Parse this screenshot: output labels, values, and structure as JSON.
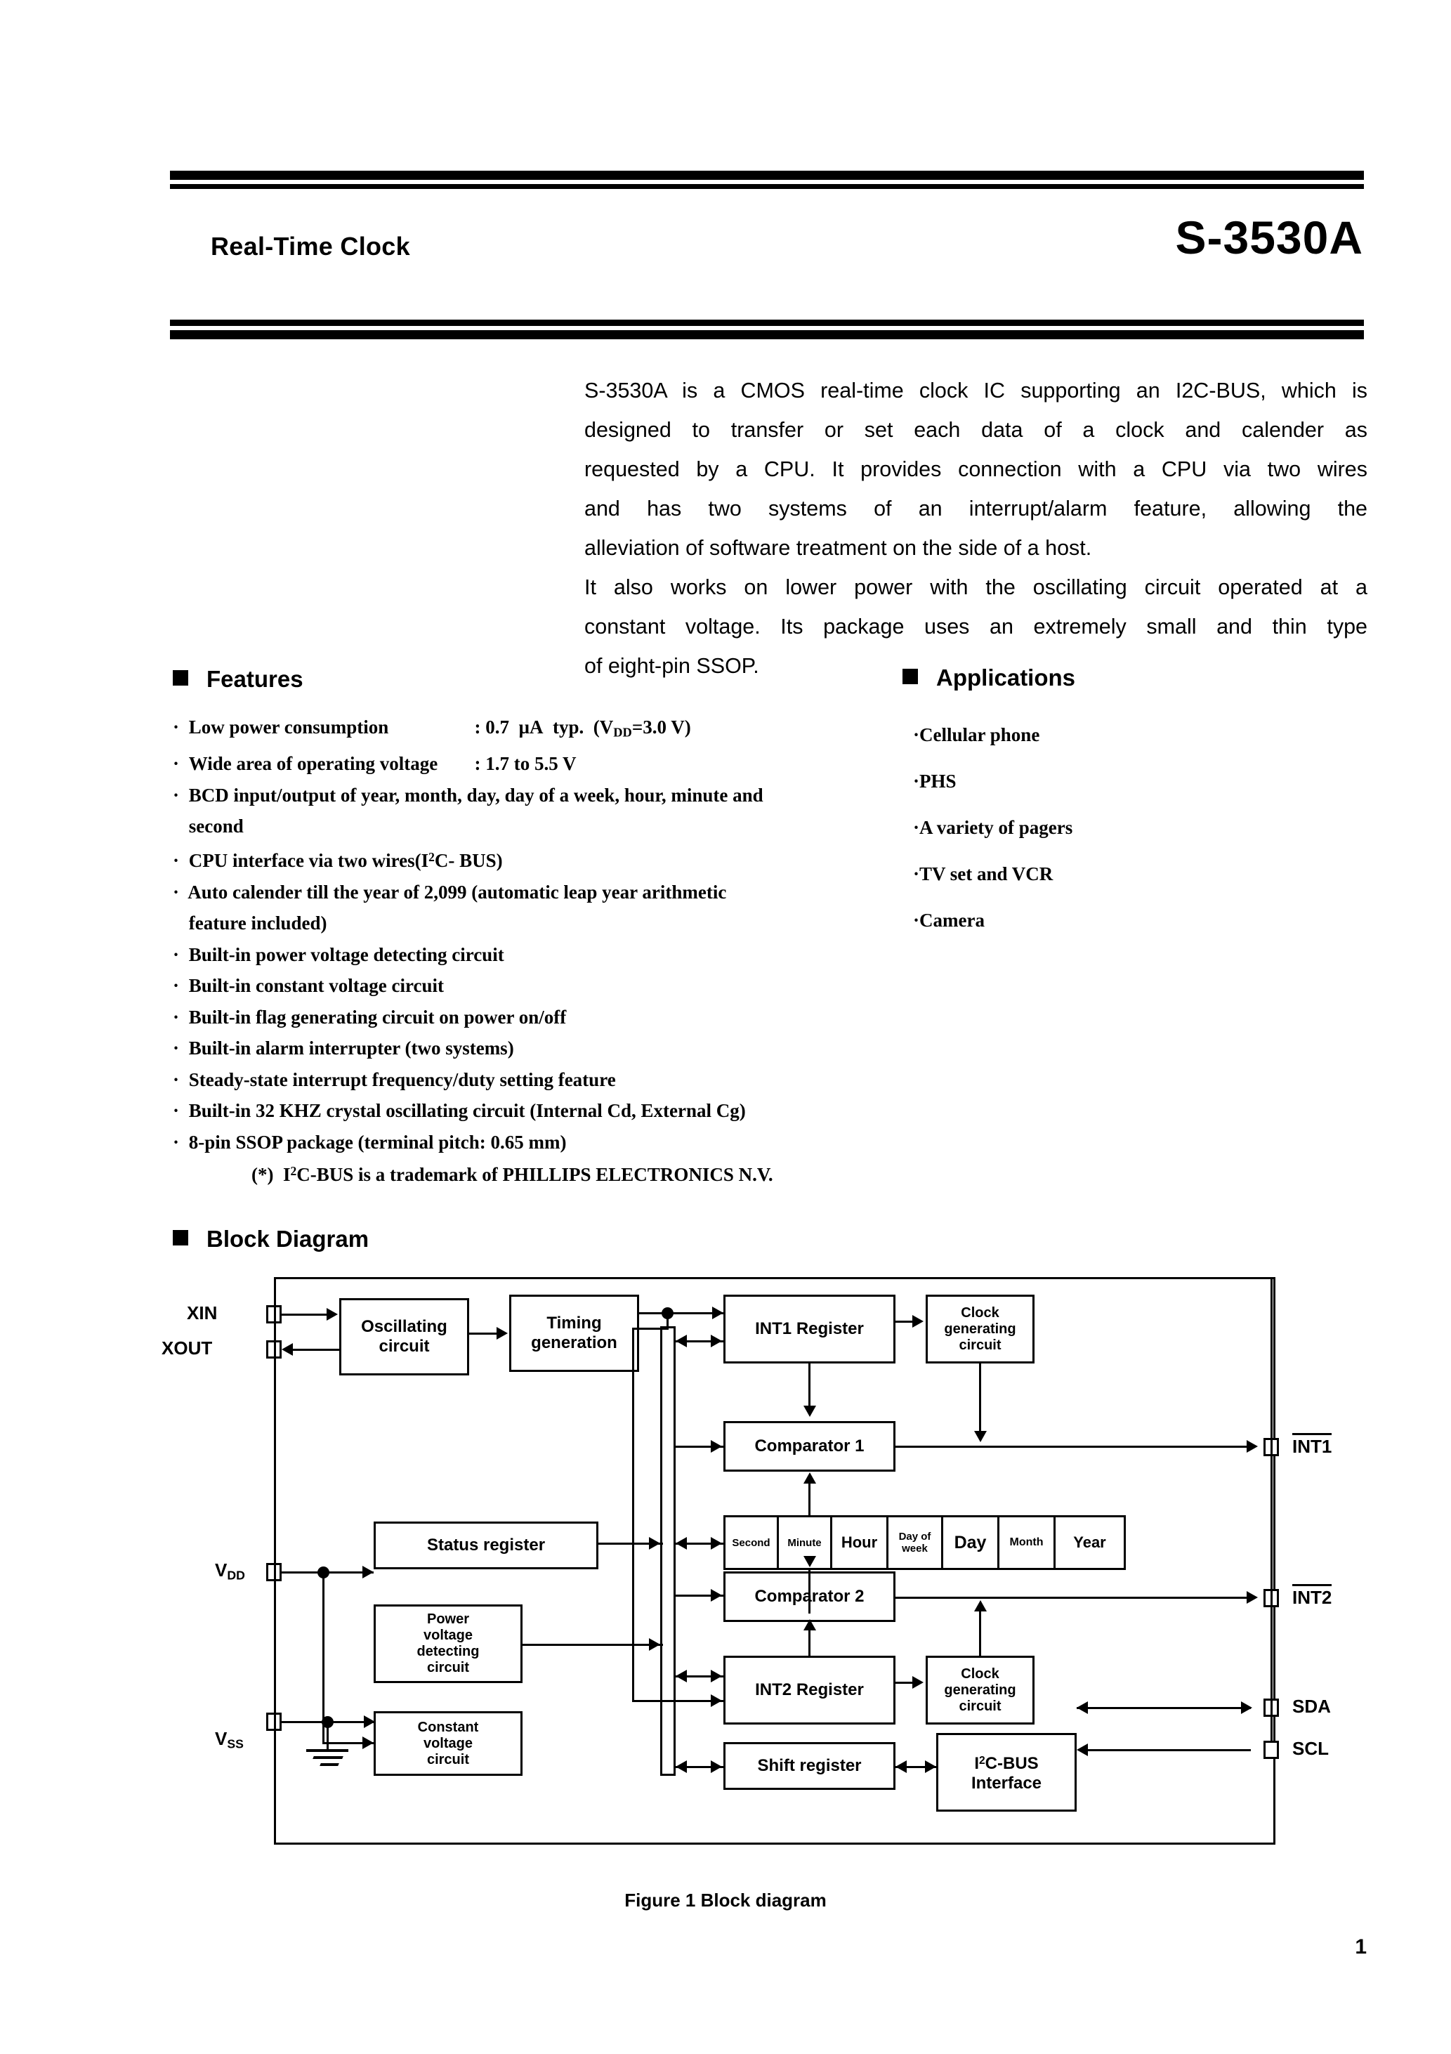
{
  "header": {
    "left_title": "Real-Time Clock",
    "part_number": "S-3530A"
  },
  "intro": {
    "line1": "S-3530A is a CMOS real-time clock IC supporting an I2C-BUS, which is",
    "line2": "designed to transfer or set each data of a clock and calender as",
    "line3": "requested by a CPU. It provides connection with a CPU via two wires",
    "line4": "and has two systems of an interrupt/alarm feature, allowing the",
    "line5": "alleviation of software treatment on the side of a host.",
    "line6": "It also works on lower power with the oscillating circuit operated at a",
    "line7": "constant voltage. Its package uses an extremely small and thin type",
    "line8": "of eight-pin SSOP."
  },
  "features": {
    "heading": "Features",
    "items": [
      {
        "label": "Low power consumption",
        "value": "0.7 µA typ.  (VDD = 3.0 V)"
      },
      {
        "label": "Wide area of operating voltage",
        "value": "1.7 to 5.5 V"
      },
      {
        "label": "BCD input/output of year, month, day, day of a week, hour, minute and",
        "cont": "second"
      },
      {
        "label": "CPU interface via two wires(I2C- BUS)"
      },
      {
        "label": "Auto calender till the year of 2,099 (automatic leap year arithmetic",
        "cont": "feature included)"
      },
      {
        "label": "Built-in power voltage detecting circuit"
      },
      {
        "label": "Built-in constant voltage circuit"
      },
      {
        "label": "Built-in flag generating circuit on power on/off"
      },
      {
        "label": "Built-in alarm interrupter (two systems)"
      },
      {
        "label": "Steady-state interrupt frequency/duty setting feature"
      },
      {
        "label": "Built-in 32 KHZ crystal oscillating circuit (Internal Cd, External Cg)"
      },
      {
        "label": "8-pin SSOP package (terminal pitch: 0.65 mm)"
      }
    ],
    "trademark_note": "(*)  I2C-BUS is a trademark of PHILLIPS ELECTRONICS N.V."
  },
  "applications": {
    "heading": "Applications",
    "items": [
      "Cellular phone",
      "PHS",
      "A variety of pagers",
      "TV set and VCR",
      "Camera"
    ]
  },
  "block_diagram": {
    "heading": "Block Diagram",
    "caption": "Figure 1    Block diagram",
    "pins": {
      "xin": "XIN",
      "xout": "XOUT",
      "vdd_main": "V",
      "vdd_sub": "DD",
      "vss_main": "V",
      "vss_sub": "SS",
      "int1": "INT1",
      "int2": "INT2",
      "sda": "SDA",
      "scl": "SCL"
    },
    "blocks": {
      "oscillating": "Oscillating circuit",
      "oscillating_l1": "Oscillating",
      "oscillating_l2": "circuit",
      "timing_l1": "Timing",
      "timing_l2": "generation",
      "int1_register": "INT1 Register",
      "clock_gen1_l1": "Clock",
      "clock_gen1_l2": "generating",
      "clock_gen1_l3": "circuit",
      "comparator1": "Comparator 1",
      "status_register": "Status register",
      "power_det_l1": "Power",
      "power_det_l2": "voltage",
      "power_det_l3": "detecting",
      "power_det_l4": "circuit",
      "constant_v_l1": "Constant",
      "constant_v_l2": "voltage",
      "constant_v_l3": "circuit",
      "comparator2": "Comparator 2",
      "int2_register": "INT2 Register",
      "clock_gen2_l1": "Clock",
      "clock_gen2_l2": "generating",
      "clock_gen2_l3": "circuit",
      "shift_register": "Shift register",
      "i2c_l1": "I2C-BUS",
      "i2c_l2": "Interface"
    },
    "register_cells": [
      "Second",
      "Minute",
      "Hour",
      "Day of week",
      "Day",
      "Month",
      "Year"
    ]
  },
  "page_number": "1"
}
